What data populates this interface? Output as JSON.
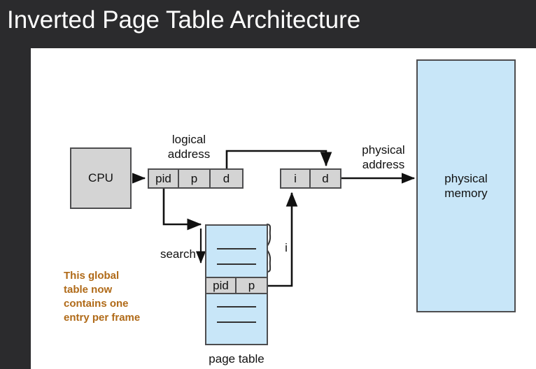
{
  "slide": {
    "title": "Inverted Page Table Architecture",
    "title_color": "#ffffff",
    "background_color": "#2b2b2d",
    "panel_color": "#ffffff"
  },
  "diagram": {
    "cpu": {
      "label": "CPU",
      "fill": "#d4d4d4"
    },
    "logical_address": {
      "caption": "logical\naddress",
      "cells": [
        {
          "label": "pid"
        },
        {
          "label": "p"
        },
        {
          "label": "d"
        }
      ]
    },
    "physical_address": {
      "caption": "physical\naddress",
      "cells": [
        {
          "label": "i"
        },
        {
          "label": "d"
        }
      ]
    },
    "physical_memory": {
      "label": "physical\nmemory",
      "fill": "#c8e6f8"
    },
    "page_table": {
      "caption": "page table",
      "fill": "#c8e6f8",
      "entry_cells": [
        {
          "label": "pid"
        },
        {
          "label": "p"
        }
      ]
    },
    "search_label": "search",
    "index_brace_label": "i",
    "annotation": "This global\ntable now\ncontains one\nentry per frame",
    "annotation_color": "#b06a18"
  }
}
